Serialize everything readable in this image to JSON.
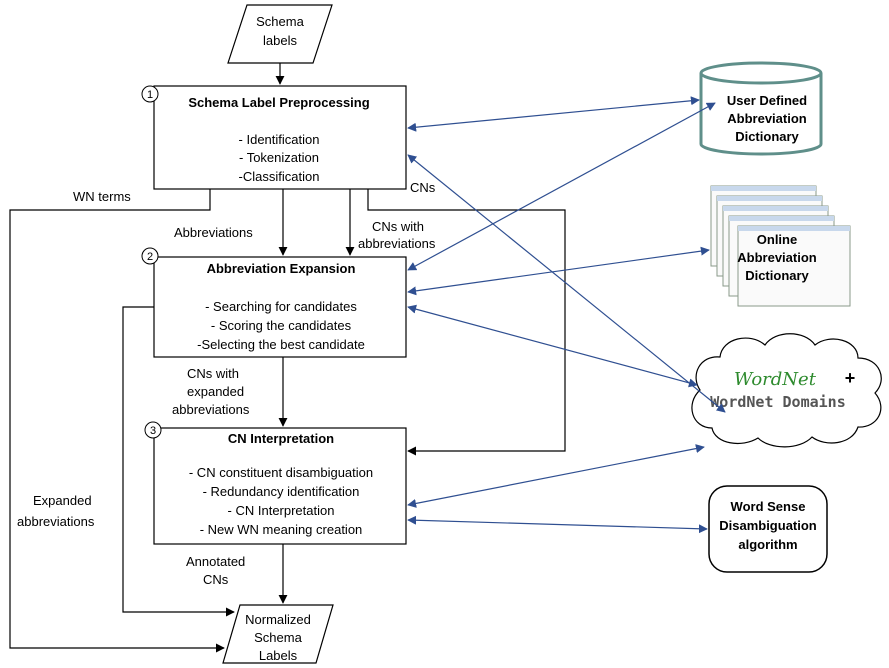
{
  "input": {
    "line1": "Schema",
    "line2": "labels"
  },
  "output": {
    "line1": "Normalized",
    "line2": "Schema",
    "line3": "Labels"
  },
  "step1": {
    "number": "1",
    "title": "Schema Label Preprocessing",
    "items": [
      "- Identification",
      "- Tokenization",
      "-Classification"
    ]
  },
  "step2": {
    "number": "2",
    "title": "Abbreviation Expansion",
    "items": [
      "- Searching for candidates",
      "- Scoring the candidates",
      "-Selecting the best candidate"
    ]
  },
  "step3": {
    "number": "3",
    "title": "CN Interpretation",
    "items": [
      "- CN constituent disambiguation",
      "- Redundancy identification",
      "- CN Interpretation",
      "- New WN meaning creation"
    ]
  },
  "edge_labels": {
    "wn_terms": "WN terms",
    "abbreviations": "Abbreviations",
    "cns": "CNs",
    "cns_with_abbr_1": "CNs with",
    "cns_with_abbr_2": "abbreviations",
    "cns_expanded_1": "CNs with",
    "cns_expanded_2": "expanded",
    "cns_expanded_3": "abbreviations",
    "expanded_abbr_1": "Expanded",
    "expanded_abbr_2": "abbreviations",
    "annotated_1": "Annotated",
    "annotated_2": "CNs"
  },
  "resources": {
    "user_dict": {
      "line1": "User Defined",
      "line2": "Abbreviation",
      "line3": "Dictionary"
    },
    "online_dict": {
      "line1": "Online",
      "line2": "Abbreviation",
      "line3": "Dictionary"
    },
    "wordnet": {
      "logo": "WordNet",
      "plus": "+",
      "domains": "WordNet Domains"
    },
    "wsd": {
      "line1": "Word Sense",
      "line2": "Disambiguation",
      "line3": "algorithm"
    }
  },
  "colors": {
    "blue_arrow": "#2f4f91",
    "box_stroke": "#000000",
    "logo_green": "#2e8b2e",
    "cylinder_stroke": "#5f8f8a"
  }
}
